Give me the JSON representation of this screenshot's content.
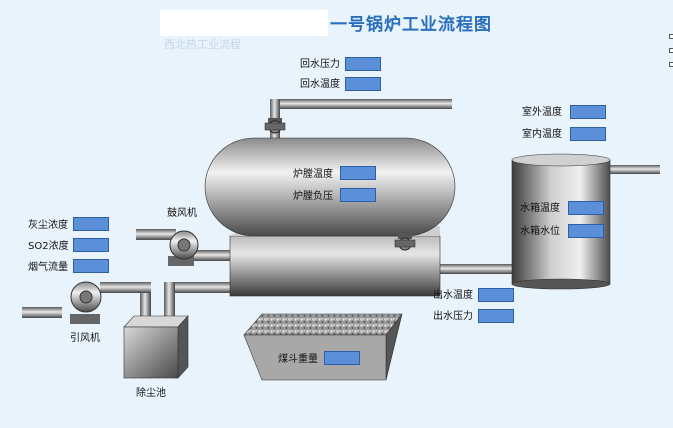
{
  "header": {
    "title": "一号锅炉工业流程图",
    "faint_text": "西北热工业流程"
  },
  "readouts": {
    "return_pressure": "回水压力",
    "return_temp": "回水温度",
    "outdoor_temp": "室外温度",
    "indoor_temp": "室内温度",
    "furnace_temp": "炉膛温度",
    "furnace_pressure": "炉膛负压",
    "tank_temp": "水箱温度",
    "tank_level": "水箱水位",
    "dust": "灰尘浓度",
    "so2": "SO2浓度",
    "flue_flow": "烟气流量",
    "outlet_temp": "出水温度",
    "outlet_pressure": "出水压力",
    "coal_weight": "煤斗重量"
  },
  "equipment": {
    "blower": "鼓风机",
    "induced_fan": "引风机",
    "dust_pool": "除尘池"
  },
  "colors": {
    "background": "#e8f3fb",
    "value_box": "#5b8fd8",
    "title": "#2a6fbf"
  }
}
